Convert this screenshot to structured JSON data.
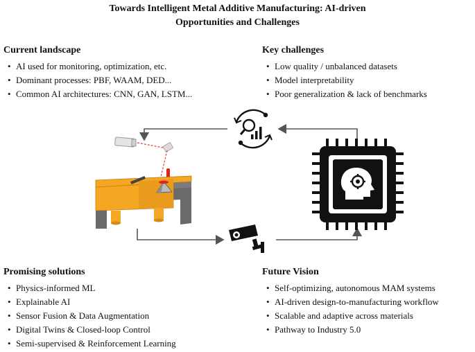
{
  "title_line1": "Towards Intelligent Metal Additive Manufacturing: AI-driven",
  "title_line2": "Opportunities and Challenges",
  "sections": {
    "landscape": {
      "heading": "Current landscape",
      "items": [
        "AI used for monitoring, optimization, etc.",
        "Dominant processes: PBF, WAAM, DED...",
        "Common AI architectures: CNN, GAN, LSTM..."
      ]
    },
    "challenges": {
      "heading": "Key challenges",
      "items": [
        "Low quality / unbalanced datasets",
        "Model interpretability",
        "Poor generalization & lack of benchmarks"
      ]
    },
    "solutions": {
      "heading": "Promising solutions",
      "items": [
        "Physics-informed ML",
        "Explainable AI",
        "Sensor Fusion & Data Augmentation",
        "Digital Twins & Closed-loop Control",
        "Semi-supervised & Reinforcement Learning"
      ]
    },
    "vision": {
      "heading": "Future Vision",
      "items": [
        "Self-optimizing, autonomous MAM systems",
        "AI-driven design-to-manufacturing workflow",
        "Scalable and adaptive across materials",
        "Pathway to Industry 5.0"
      ]
    }
  },
  "colors": {
    "platform_orange": "#f5a623",
    "platform_gray": "#7b7b7b",
    "alert_red": "#e0201b",
    "laser_red": "#e43b3b",
    "arrow_gray": "#555555"
  },
  "icons": [
    "ai-analytics-icon",
    "ai-chip-icon",
    "cctv-camera-icon",
    "laser-sensor-icon",
    "warning-icon"
  ]
}
